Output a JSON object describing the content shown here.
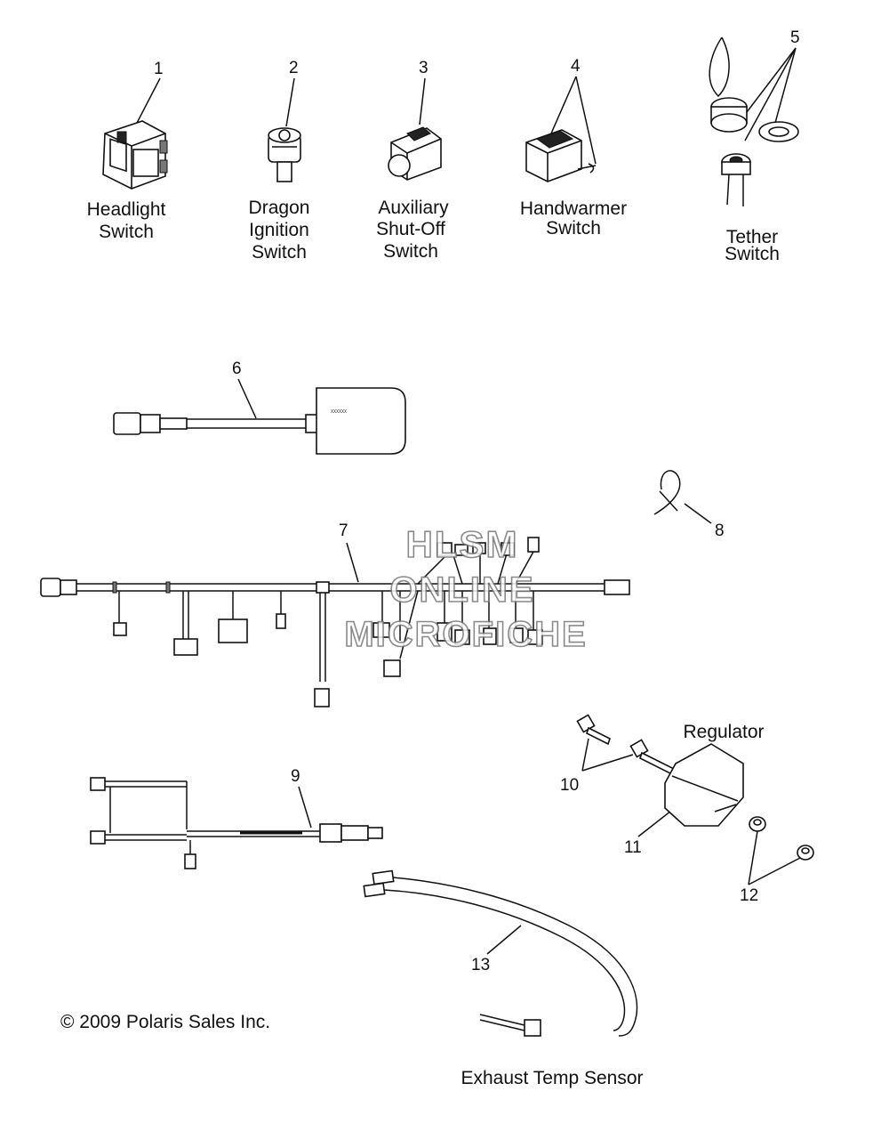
{
  "parts": [
    {
      "number": "1",
      "label_lines": [
        "Headlight",
        "Switch"
      ]
    },
    {
      "number": "2",
      "label_lines": [
        "Dragon",
        "Ignition",
        "Switch"
      ]
    },
    {
      "number": "3",
      "label_lines": [
        "Auxiliary",
        "Shut-Off",
        "Switch"
      ]
    },
    {
      "number": "4",
      "label_lines": [
        "Handwarmer",
        "Switch"
      ]
    },
    {
      "number": "5",
      "label_lines": [
        "Tether",
        "Switch"
      ]
    },
    {
      "number": "6",
      "label_lines": []
    },
    {
      "number": "7",
      "label_lines": []
    },
    {
      "number": "8",
      "label_lines": []
    },
    {
      "number": "9",
      "label_lines": []
    },
    {
      "number": "10",
      "label_lines": []
    },
    {
      "number": "11",
      "label_lines": []
    },
    {
      "number": "12",
      "label_lines": []
    },
    {
      "number": "13",
      "label_lines": []
    }
  ],
  "group_labels": {
    "regulator": "Regulator",
    "exhaust_sensor": "Exhaust Temp Sensor"
  },
  "module_text": "XXXXXX",
  "watermark": [
    "HLSM",
    "ONLINE",
    "MICROFICHE"
  ],
  "copyright": "© 2009 Polaris Sales Inc."
}
